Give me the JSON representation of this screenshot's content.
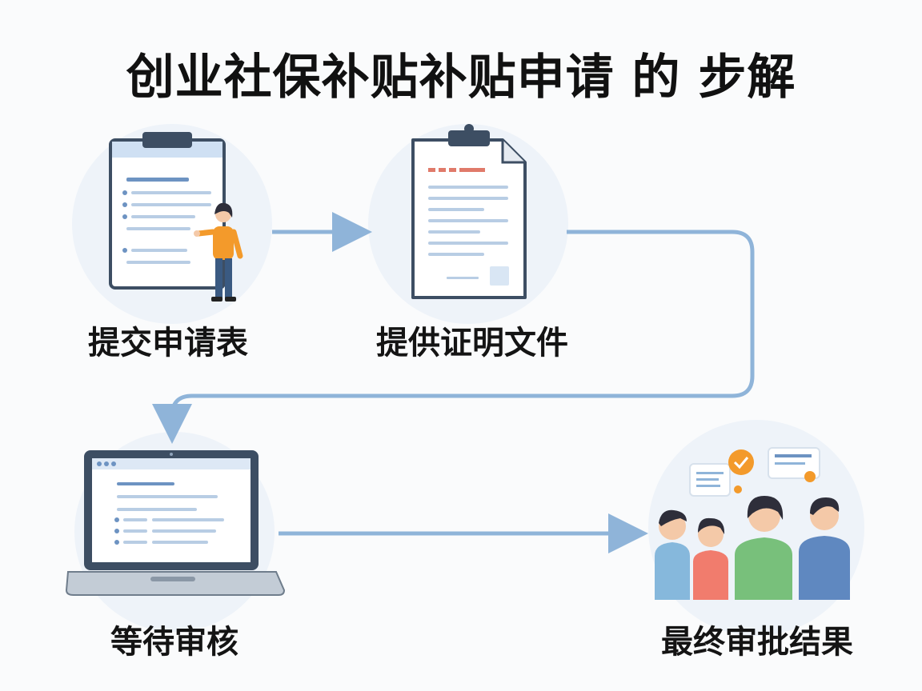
{
  "title": "创业社保补贴补贴申请 的 步解",
  "steps": [
    {
      "label": "提交申请表",
      "icon": "clipboard-form-icon"
    },
    {
      "label": "提供证明文件",
      "icon": "document-icon"
    },
    {
      "label": "等待审核",
      "icon": "laptop-icon"
    },
    {
      "label": "最终审批结果",
      "icon": "people-approval-icon"
    }
  ],
  "colors": {
    "arrow": "#8fb4d9",
    "frame": "#3d4e63",
    "paper_blue": "#e3ecf7",
    "circle": "#eef3f9",
    "accent_orange": "#f39a2b",
    "accent_red": "#e07a6a"
  }
}
